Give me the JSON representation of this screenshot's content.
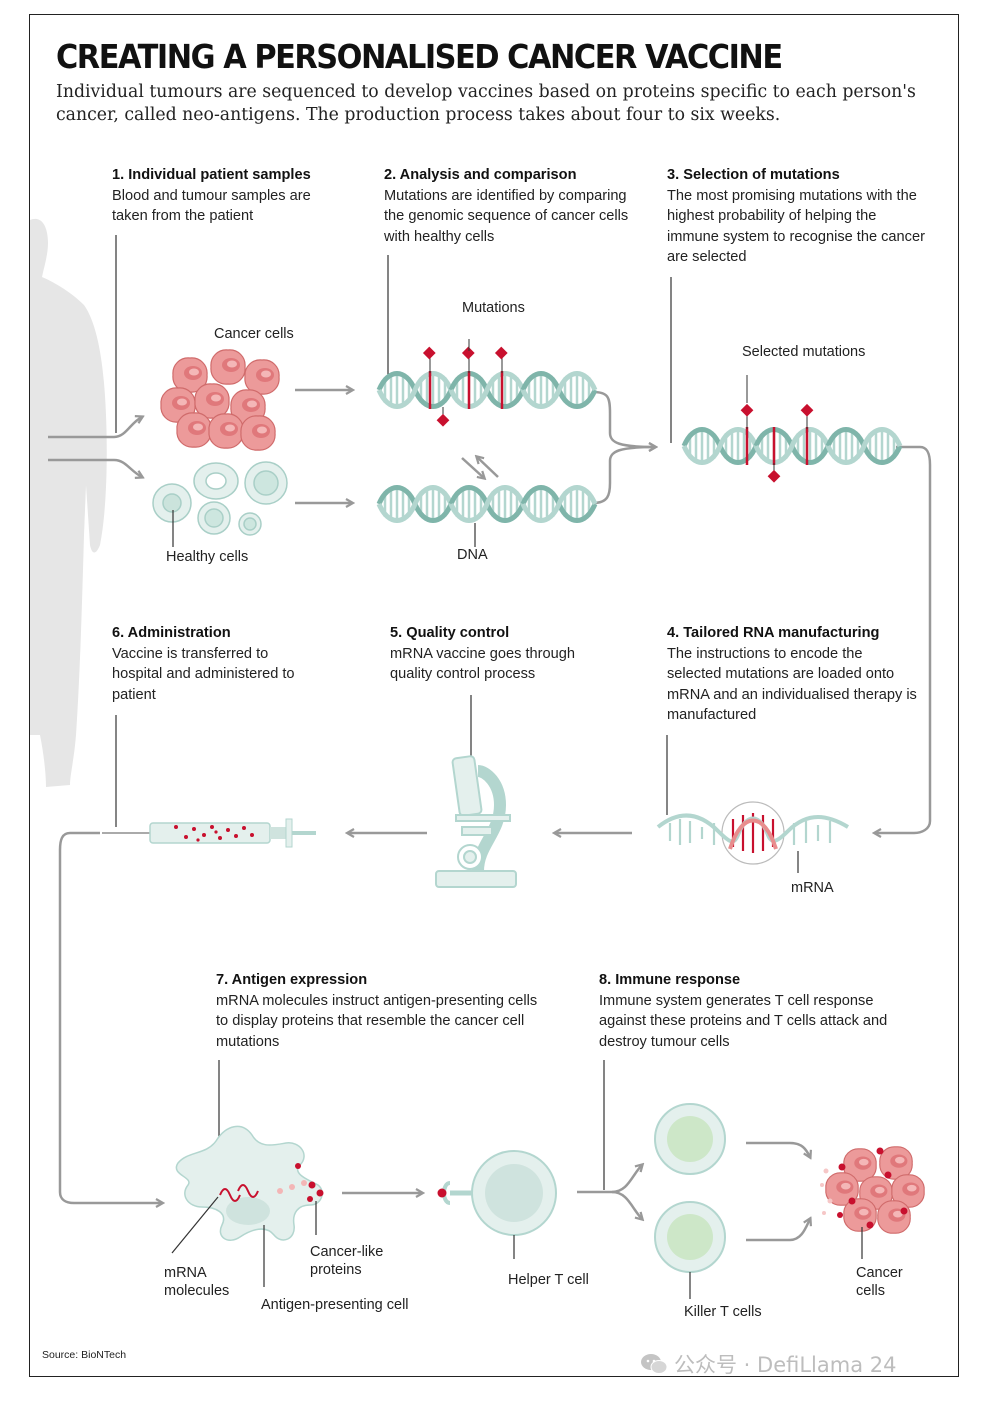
{
  "title": "CREATING A PERSONALISED CANCER VACCINE",
  "subtitle": "Individual tumours are sequenced to develop vaccines based on proteins specific to each person's cancer, called neo-antigens. The production process takes about four to six weeks.",
  "steps": [
    {
      "heading": "1. Individual patient samples",
      "body": "Blood and tumour samples are taken from the patient"
    },
    {
      "heading": "2. Analysis and comparison",
      "body": "Mutations are identified by comparing the genomic sequence of cancer cells with healthy cells"
    },
    {
      "heading": "3. Selection of mutations",
      "body": "The most promising mutations with the highest probability of helping the immune system to recognise the cancer are selected"
    },
    {
      "heading": "4. Tailored RNA manufacturing",
      "body": "The instructions to encode the selected mutations are loaded onto mRNA and an individualised therapy is manufactured"
    },
    {
      "heading": "5. Quality control",
      "body": "mRNA vaccine goes through quality control process"
    },
    {
      "heading": "6. Administration",
      "body": "Vaccine is transferred to hospital and administered to patient"
    },
    {
      "heading": "7. Antigen expression",
      "body": "mRNA molecules instruct antigen-presenting cells to display proteins that resemble the cancer cell mutations"
    },
    {
      "heading": "8. Immune response",
      "body": "Immune system generates T cell response against these proteins and T cells attack and destroy tumour cells"
    }
  ],
  "labels": {
    "cancer_cells": "Cancer cells",
    "healthy_cells": "Healthy cells",
    "mutations": "Mutations",
    "dna": "DNA",
    "selected_mutations": "Selected mutations",
    "mrna": "mRNA",
    "mrna_molecules": "mRNA molecules",
    "cancer_like_proteins": "Cancer-like proteins",
    "antigen_presenting_cell": "Antigen-presenting cell",
    "helper_t_cell": "Helper T cell",
    "killer_t_cells": "Killer T cells",
    "cancer_cells_end": "Cancer cells"
  },
  "source": "Source: BioNTech",
  "watermark": "公众号 · DefiLlama 24",
  "colors": {
    "teal": "#b3d6cf",
    "teal_dark": "#7fb5aa",
    "cell_fill": "#e4f0ed",
    "green_nucleus": "#cde7c8",
    "cancer_pink": "#e88d8d",
    "mutation_red": "#c8102e",
    "arrow_grey": "#999999",
    "silhouette": "#e6e6e6"
  }
}
